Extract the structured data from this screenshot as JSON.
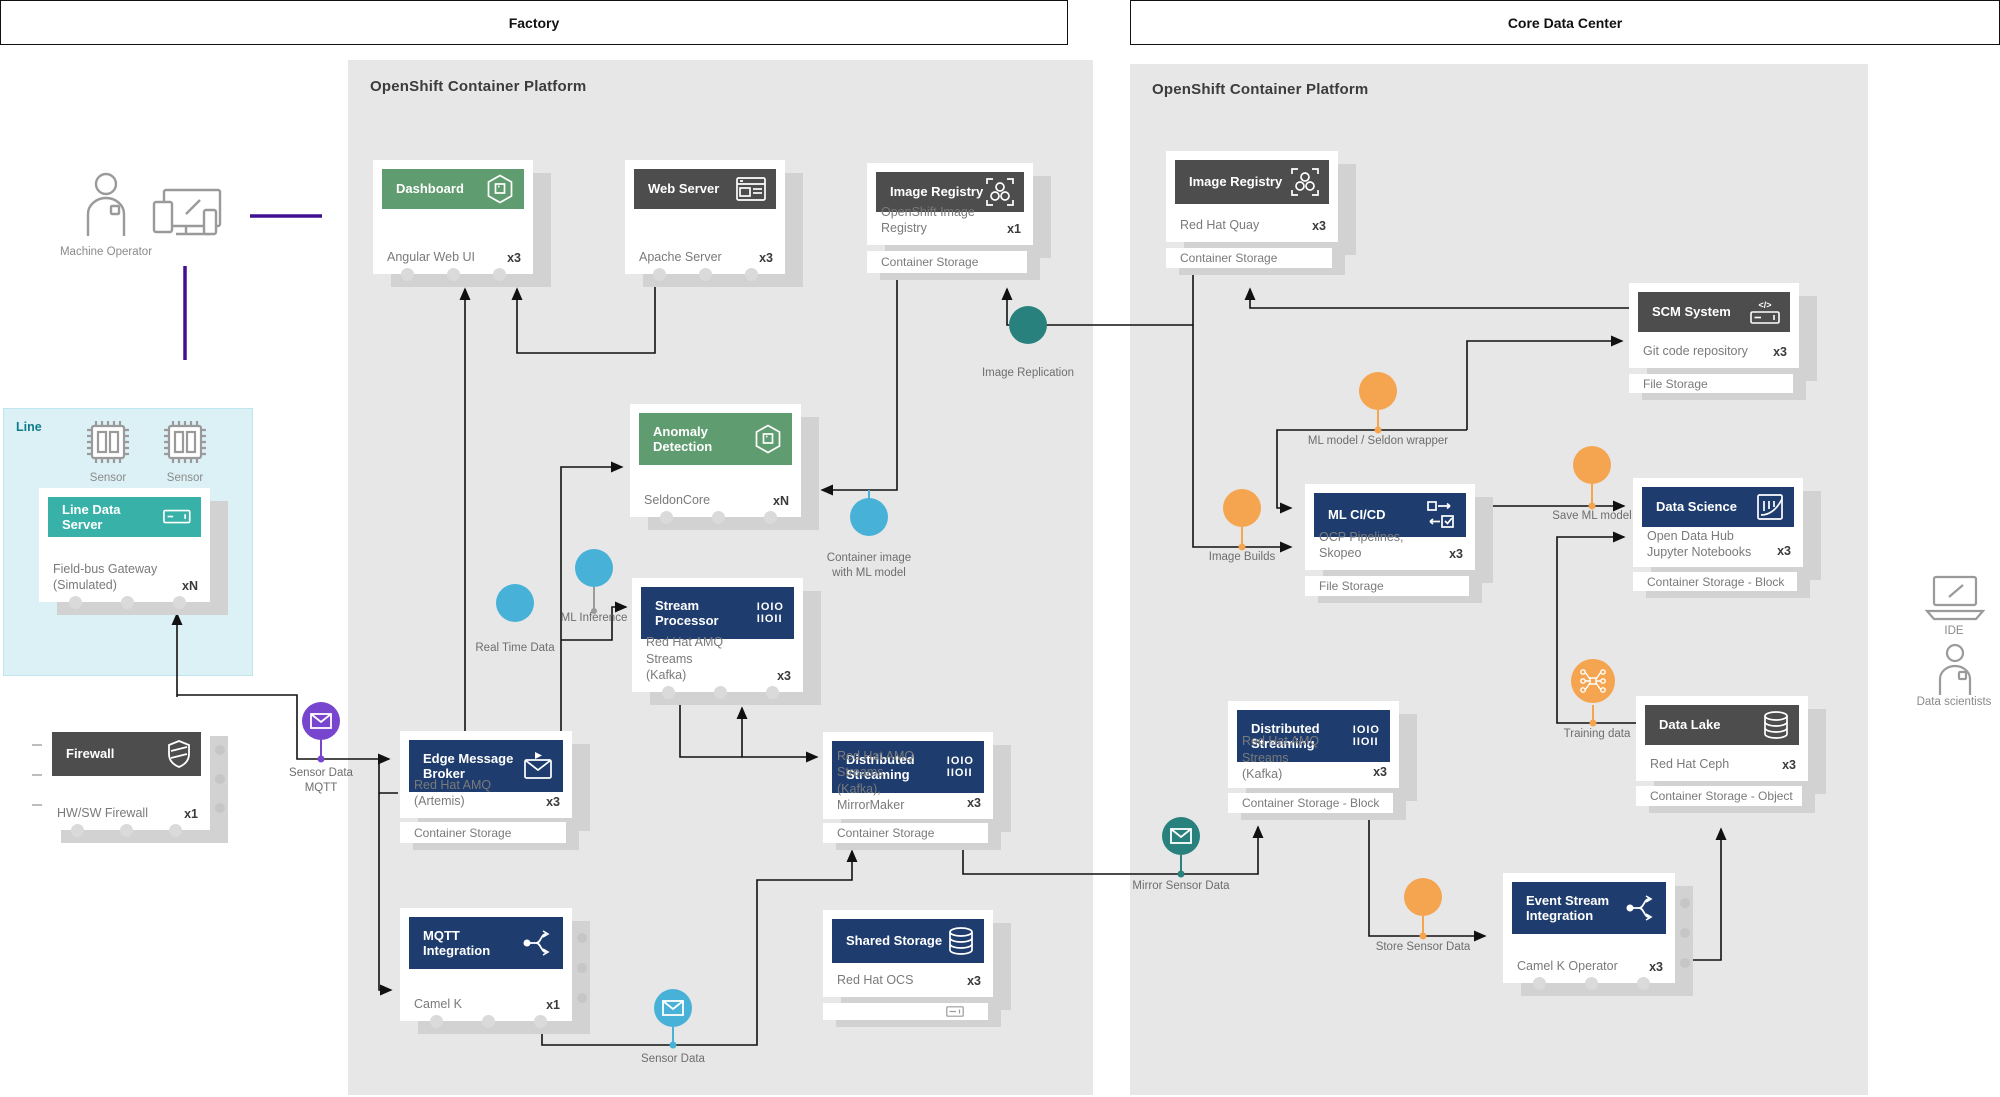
{
  "top": {
    "factory": "Factory",
    "core": "Core Data Center"
  },
  "factory_panel": {
    "title": "OpenShift Container Platform"
  },
  "core_panel": {
    "title": "OpenShift Container Platform"
  },
  "figures": {
    "machine_operator": "Machine Operator",
    "line": "Line",
    "sensor1": "Sensor",
    "sensor2": "Sensor",
    "ide": "IDE",
    "data_scientists": "Data scientists"
  },
  "cards": {
    "dashboard": {
      "title": "Dashboard",
      "tech": "Angular Web UI",
      "count": "x3"
    },
    "web_server": {
      "title": "Web Server",
      "tech": "Apache Server",
      "count": "x3"
    },
    "image_registry_f": {
      "title": "Image Registry",
      "tech": "OpenShift Image Registry",
      "count": "x1",
      "strip": "Container Storage"
    },
    "anomaly_detection": {
      "title": "Anomaly\nDetection",
      "tech": "SeldonCore",
      "count": "xN"
    },
    "stream_processor": {
      "title": "Stream\nProcessor",
      "tech": "Red Hat AMQ Streams\n(Kafka)",
      "count": "x3"
    },
    "edge_message_broker": {
      "title": "Edge Message\nBroker",
      "tech": "Red Hat AMQ (Artemis)",
      "count": "x3",
      "strip": "Container Storage"
    },
    "mqtt_integration": {
      "title": "MQTT\nIntegration",
      "tech": "Camel K",
      "count": "x1"
    },
    "distributed_streaming_f": {
      "title": "Distributed\nStreaming",
      "tech": "Red Hat AMQ Streams\n(Kafka), MirrorMaker",
      "count": "x3",
      "strip": "Container Storage"
    },
    "shared_storage": {
      "title": "Shared Storage",
      "tech": "Red Hat OCS",
      "count": "x3",
      "strip": ""
    },
    "image_registry_c": {
      "title": "Image Registry",
      "tech": "Red Hat Quay",
      "count": "x3",
      "strip": "Container Storage"
    },
    "scm_system": {
      "title": "SCM System",
      "tech": "Git code repository",
      "count": "x3",
      "strip": "File Storage"
    },
    "ml_cicd": {
      "title": "ML CI/CD",
      "tech": "OCP Pipelines, Skopeo",
      "count": "x3",
      "strip": "File Storage"
    },
    "data_science": {
      "title": "Data Science",
      "tech": "Open Data Hub\nJupyter Notebooks",
      "count": "x3",
      "strip": "Container Storage - Block"
    },
    "data_lake": {
      "title": "Data Lake",
      "tech": "Red Hat Ceph",
      "count": "x3",
      "strip": "Container Storage - Object"
    },
    "distributed_streaming_c": {
      "title": "Distributed\nStreaming",
      "tech": "Red Hat AMQ Streams\n(Kafka)",
      "count": "x3",
      "strip": "Container Storage - Block"
    },
    "event_stream_integration": {
      "title": "Event Stream\nIntegration",
      "tech": "Camel K Operator",
      "count": "x3"
    },
    "line_data_server": {
      "title": "Line Data Server",
      "tech": "Field-bus Gateway\n(Simulated)",
      "count": "xN"
    },
    "firewall": {
      "title": "Firewall",
      "tech": "HW/SW Firewall",
      "count": "x1"
    }
  },
  "badges": {
    "sensor_data_mqtt": {
      "label": "Sensor Data\nMQTT"
    },
    "real_time_data": {
      "label": "Real Time Data"
    },
    "ml_inference": {
      "label": "ML Inference"
    },
    "container_image_ml": {
      "label": "Container image\nwith ML model"
    },
    "sensor_data": {
      "label": "Sensor Data"
    },
    "image_replication": {
      "label": "Image Replication"
    },
    "mirror_sensor_data": {
      "label": "Mirror Sensor Data"
    },
    "image_builds": {
      "label": "Image Builds"
    },
    "ml_model_seldon": {
      "label": "ML model / Seldon wrapper"
    },
    "save_ml_model": {
      "label": "Save ML model"
    },
    "training_data": {
      "label": "Training data"
    },
    "store_sensor_data": {
      "label": "Store Sensor Data"
    }
  },
  "icons": {
    "binary1": "IOIO",
    "binary2": "IIOII",
    "scm_code": "</>"
  },
  "colors": {
    "navy": "#1e3d6e",
    "green": "#5f9c6f",
    "dark": "#4d4d4d",
    "teal_header": "#38b2a9",
    "blue_badge": "#47b1d8",
    "teal_badge": "#28817d",
    "orange_badge": "#f5a54f",
    "purple_badge": "#7845cf",
    "purple_line": "#41108f",
    "panel_gray": "#e7e7e7"
  }
}
